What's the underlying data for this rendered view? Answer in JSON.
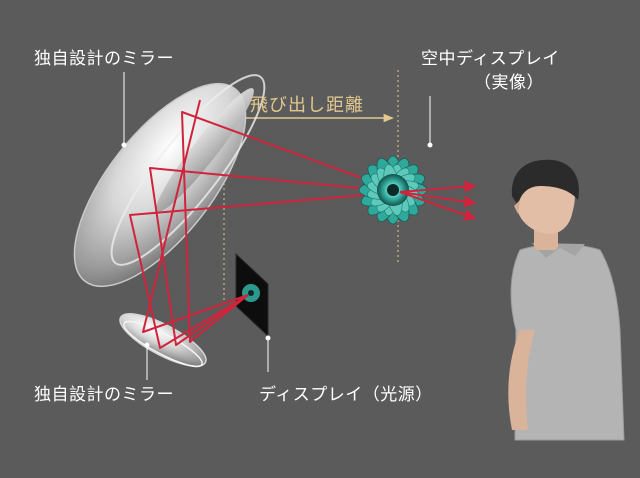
{
  "labels": {
    "upper_mirror": "独自設計のミラー",
    "lower_mirror": "独自設計のミラー",
    "aerial_display": "空中ディスプレイ",
    "aerial_display_sub": "（実像）",
    "display_source": "ディスプレイ（光源）",
    "distance": "飛び出し距離"
  },
  "colors": {
    "background": "#5b5b5b",
    "beam": "#d0243c",
    "distance_marker": "#e2c88e",
    "flower": "#2fa99b",
    "label": "#ffffff"
  }
}
